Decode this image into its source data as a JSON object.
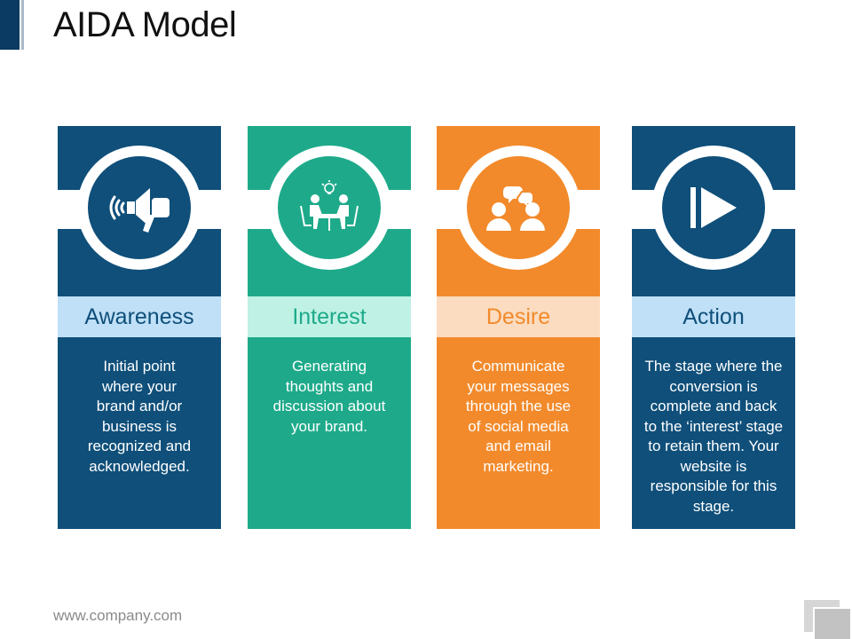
{
  "title": "AIDA Model",
  "footer": {
    "url": "www.company.com"
  },
  "colors": {
    "navy": "#0f4f7a",
    "teal": "#1eaa8a",
    "orange": "#f28a2b",
    "awareness_band": "#bfe0f7",
    "interest_band": "#bff2e4",
    "desire_band": "#fbdcc0",
    "action_band": "#bfe0f7"
  },
  "stages": [
    {
      "name": "Awareness",
      "icon": "megaphone-icon",
      "description": "Initial point\nwhere your\nbrand and/or\nbusiness is\nrecognized and\nacknowledged."
    },
    {
      "name": "Interest",
      "icon": "meeting-icon",
      "description": "Generating\nthoughts and\ndiscussion about\nyour brand."
    },
    {
      "name": "Desire",
      "icon": "chat-people-icon",
      "description": "Communicate\nyour messages\nthrough the use\nof social media\nand email\nmarketing."
    },
    {
      "name": "Action",
      "icon": "play-icon",
      "description": "The stage where  the\nconversion is\ncomplete  and back\nto the ‘interest’ stage\nto retain them. Your\nwebsite is\nresponsible for this\nstage."
    }
  ]
}
